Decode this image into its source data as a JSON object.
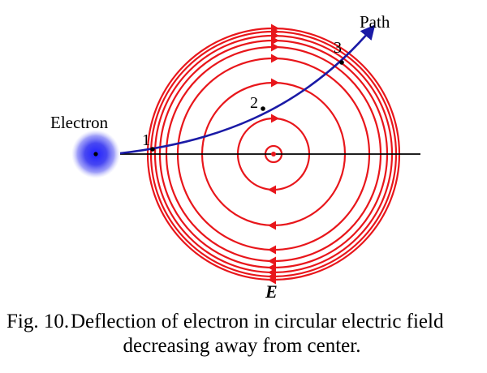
{
  "labels": {
    "electron": "Electron",
    "path": "Path",
    "field": "E",
    "point_1": "1",
    "point_2": "2",
    "point_3": "3"
  },
  "caption": {
    "figure_number": "Fig. 10.",
    "line1": "Deflection of electron in circular electric field",
    "line2": "decreasing away from center."
  },
  "colors": {
    "field_lines": "#e8161b",
    "electron_path": "#1a1aa6",
    "electron_glow": "#4a4af0",
    "axis_line": "#000000"
  },
  "field_circle_count": 9,
  "field_direction": "clockwise"
}
